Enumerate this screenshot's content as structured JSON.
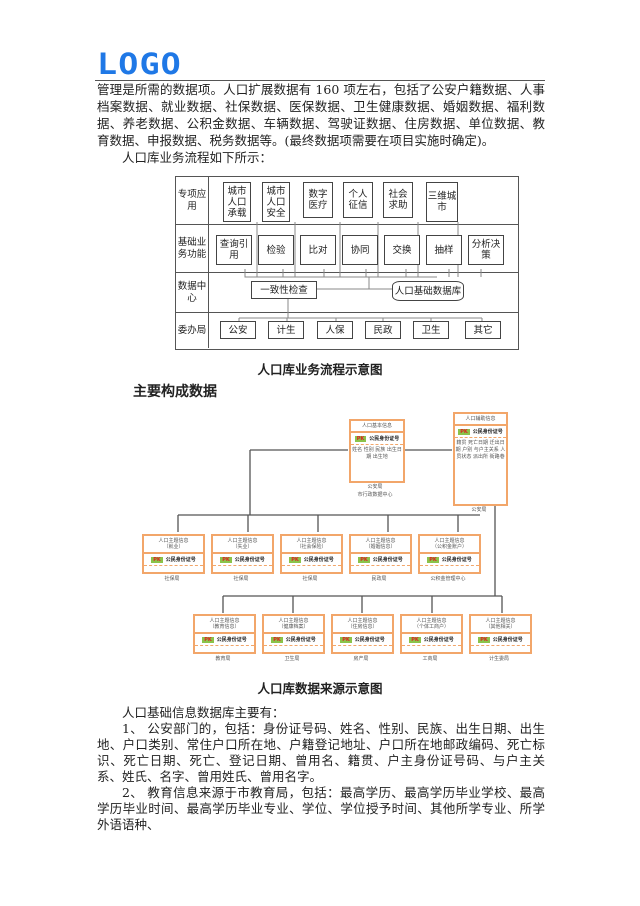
{
  "header": {
    "logo": "LOGO"
  },
  "intro": "管理是所需的数据项。人口扩展数据有 160 项左右，包括了公安户籍数据、人事档案数据、就业数据、社保数据、医保数据、卫生健康数据、婚姻数据、福利数据、养老数据、公积金数据、车辆数据、驾驶证数据、住房数据、单位数据、教育数据、申报数据、税务数据等。(最终数据项需要在项目实施时确定)。",
  "flow_intro": "人口库业务流程如下所示：",
  "flow": {
    "rows": [
      "专项应用",
      "基础业务功能",
      "数据中心",
      "委办局"
    ],
    "apps": [
      "城市人口承载",
      "城市人口安全",
      "数字医疗",
      "个人征信",
      "社会求助",
      "三维城市"
    ],
    "functions": [
      "查询引用",
      "检验",
      "比对",
      "协同",
      "交换",
      "抽样",
      "分析决策"
    ],
    "check": "一致性检查",
    "db": "人口基础数据库",
    "bureaus": [
      "公安",
      "计生",
      "人保",
      "民政",
      "卫生",
      "其它"
    ]
  },
  "flow_caption": "人口库业务流程示意图",
  "section_title": "主要构成数据",
  "source": {
    "pk": "PK",
    "pk_field": "公民身份证号",
    "base": {
      "title": "人口基本信息",
      "fields": "姓名 性别 民族 出生日期 出生地",
      "src1": "公安局",
      "src2": "市行政数据中心"
    },
    "ext": {
      "title": "人口辅助信息",
      "fields": "籍贯 死亡日期 迁出日期 户别 与户主关系 人员状态 派出所 街路巷",
      "src": "公安局"
    },
    "row1": [
      {
        "t": "人口主题信息",
        "s": "（就业）",
        "src": "社保局"
      },
      {
        "t": "人口主题信息",
        "s": "（失业）",
        "src": "社保局"
      },
      {
        "t": "人口主题信息",
        "s": "（社会保险）",
        "src": "社保局"
      },
      {
        "t": "人口主题信息",
        "s": "（婚姻信息）",
        "src": "民政局"
      },
      {
        "t": "人口主题信息",
        "s": "（公积金账户）",
        "src": "公积金管理中心"
      }
    ],
    "row2": [
      {
        "t": "人口主题信息",
        "s": "（教育信息）",
        "src": "教育局"
      },
      {
        "t": "人口主题信息",
        "s": "（健康档案）",
        "src": "卫生局"
      },
      {
        "t": "人口主题信息",
        "s": "（住房信息）",
        "src": "房产局"
      },
      {
        "t": "人口主题信息",
        "s": "（个体工商户）",
        "src": "工商局"
      },
      {
        "t": "人口主题信息",
        "s": "（其他相关）",
        "src": "计生委局"
      }
    ]
  },
  "source_caption": "人口库数据来源示意图",
  "body": {
    "p0": "人口基础信息数据库主要有：",
    "p1": "1、 公安部门的，包括：身份证号码、姓名、性别、民族、出生日期、出生地、户口类别、常住户口所在地、户籍登记地址、户口所在地邮政编码、死亡标识、死亡日期、死亡、登记日期、曾用名、籍贯、户主身份证号码、与户主关系、姓氏、名字、曾用姓氏、曾用名字。",
    "p2": "2、 教育信息来源于市教育局，包括：最高学历、最高学历毕业学校、最高学历毕业时间、最高学历毕业专业、学位、学位授予时间、其他所学专业、所学外语语种、"
  }
}
